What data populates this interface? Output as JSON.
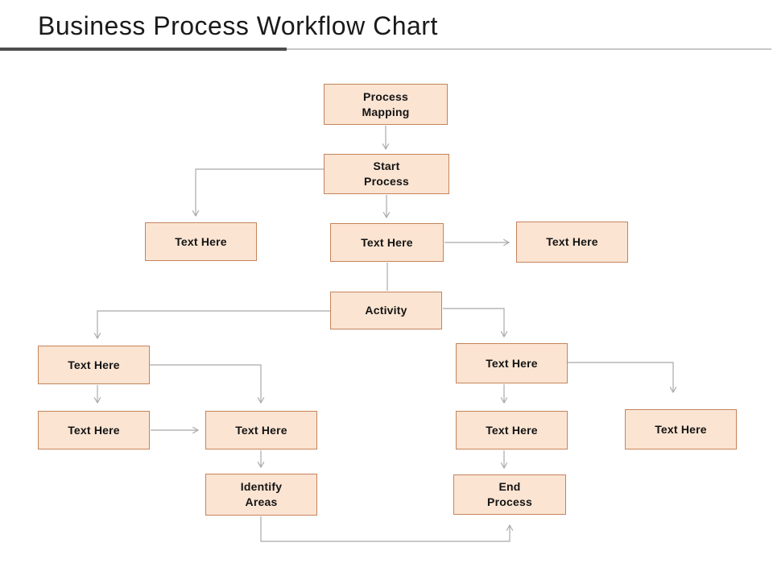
{
  "slide": {
    "title": "Business Process Workflow Chart"
  },
  "flowchart": {
    "nodes": [
      {
        "id": "process-mapping",
        "label": "Process\nMapping"
      },
      {
        "id": "start-process",
        "label": "Start\nProcess"
      },
      {
        "id": "text-here-top-left",
        "label": "Text Here"
      },
      {
        "id": "text-here-top-center",
        "label": "Text Here"
      },
      {
        "id": "text-here-top-right",
        "label": "Text Here"
      },
      {
        "id": "activity",
        "label": "Activity"
      },
      {
        "id": "text-here-mid-left",
        "label": "Text Here"
      },
      {
        "id": "text-here-mid-right",
        "label": "Text Here"
      },
      {
        "id": "text-here-row4-col1",
        "label": "Text Here"
      },
      {
        "id": "text-here-row4-col2",
        "label": "Text Here"
      },
      {
        "id": "text-here-row4-col3",
        "label": "Text Here"
      },
      {
        "id": "text-here-row4-col4",
        "label": "Text Here"
      },
      {
        "id": "identify-areas",
        "label": "Identify\nAreas"
      },
      {
        "id": "end-process",
        "label": "End\nProcess"
      }
    ],
    "connections": [
      {
        "from": "process-mapping",
        "to": "start-process",
        "arrow": true
      },
      {
        "from": "start-process",
        "to": "text-here-top-left",
        "arrow": true
      },
      {
        "from": "start-process",
        "to": "text-here-top-center",
        "arrow": true
      },
      {
        "from": "text-here-top-center",
        "to": "text-here-top-right",
        "arrow": true
      },
      {
        "from": "text-here-top-center",
        "to": "activity",
        "arrow": false
      },
      {
        "from": "activity",
        "to": "text-here-mid-left",
        "arrow": true
      },
      {
        "from": "activity",
        "to": "text-here-mid-right",
        "arrow": true
      },
      {
        "from": "text-here-mid-left",
        "to": "text-here-row4-col1",
        "arrow": true
      },
      {
        "from": "text-here-mid-left",
        "to": "text-here-row4-col2",
        "arrow": true
      },
      {
        "from": "text-here-row4-col1",
        "to": "text-here-row4-col2",
        "arrow": true
      },
      {
        "from": "text-here-row4-col2",
        "to": "identify-areas",
        "arrow": true
      },
      {
        "from": "text-here-mid-right",
        "to": "text-here-row4-col3",
        "arrow": true
      },
      {
        "from": "text-here-mid-right",
        "to": "text-here-row4-col4",
        "arrow": true
      },
      {
        "from": "text-here-row4-col3",
        "to": "end-process",
        "arrow": true
      },
      {
        "from": "identify-areas",
        "to": "end-process",
        "arrow": true
      }
    ]
  },
  "colors": {
    "node_fill": "#fbe4d2",
    "node_border": "#c4845c",
    "connector": "#a9a9a9",
    "title_text": "#1a1a1a",
    "rule_dark": "#4d4d4d",
    "rule_light": "#c6c6c6"
  }
}
